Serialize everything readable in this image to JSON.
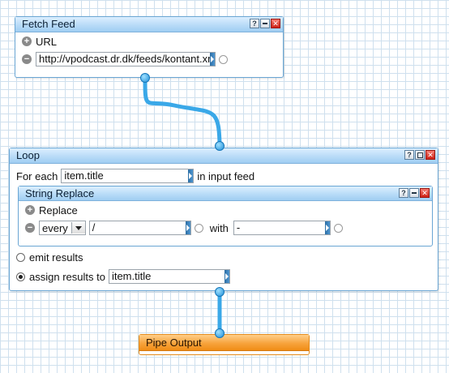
{
  "fetch_feed": {
    "title": "Fetch Feed",
    "url_label": "URL",
    "url_value": "http://vpodcast.dr.dk/feeds/kontant.xml"
  },
  "loop": {
    "title": "Loop",
    "for_each_label": "For each",
    "for_each_value": "item.title",
    "in_feed_label": "in input feed",
    "string_replace": {
      "title": "String Replace",
      "replace_label": "Replace",
      "mode_value": "every",
      "find_value": "/",
      "with_label": "with",
      "replace_value": "-"
    },
    "emit_label": "emit results",
    "assign_label": "assign results to",
    "assign_value": "item.title",
    "selected_option": "assign"
  },
  "pipe_output": {
    "title": "Pipe Output"
  },
  "header_buttons": {
    "help": "?"
  },
  "colors": {
    "module_border": "#6aa6d4",
    "wire": "#3aa8e8",
    "output_accent": "#f08c16",
    "close_button": "#cf2115"
  }
}
